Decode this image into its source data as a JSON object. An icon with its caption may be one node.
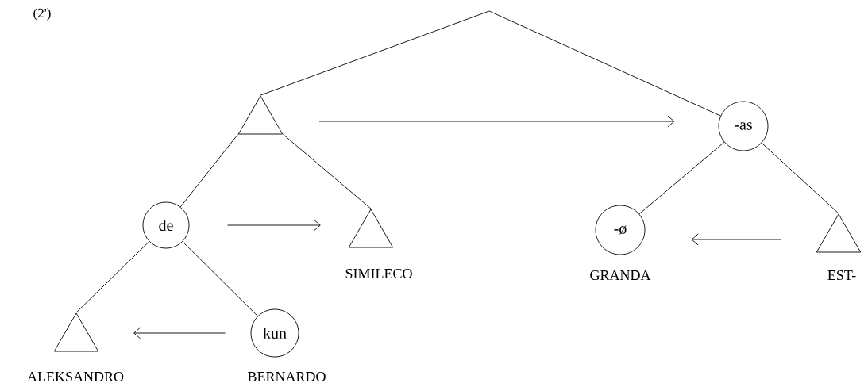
{
  "diagram": {
    "nodes": [
      {
        "text": [],
        "shape": "triangle"
      },
      {
        "text": [
          "-as"
        ]
      },
      {
        "text": [
          "de"
        ]
      },
      {
        "text": [],
        "shape": "triangle",
        "beside": [
          "SIMILECO"
        ]
      },
      {
        "text": [
          "-ø"
        ],
        "beside": [
          "GRANDA"
        ]
      },
      {
        "text": [],
        "shape": "triangle",
        "beside": [
          "EST-"
        ]
      },
      {
        "text": [],
        "shape": "triangle",
        "beside": [
          "ALEKSANDRO"
        ]
      },
      {
        "text": [
          "kun"
        ],
        "beside": [
          "BERNARDO"
        ]
      }
    ],
    "edges": [
      {
        "from": 0,
        "to": 1,
        "arrow": "none"
      },
      {
        "from": 0,
        "to": 2,
        "arrow": "none"
      },
      {
        "from": 0,
        "to": 3,
        "arrow": "none"
      },
      {
        "from": 1,
        "to": 4,
        "arrow": "none"
      },
      {
        "from": 1,
        "to": 5,
        "arrow": "none"
      },
      {
        "from": 2,
        "to": 6,
        "arrow": "none"
      },
      {
        "from": 2,
        "to": 7,
        "arrow": "none"
      },
      {
        "from": 0,
        "to": 1,
        "arrow": "to"
      },
      {
        "from": 2,
        "to": 3,
        "arrow": "to"
      },
      {
        "from": 7,
        "to": 6,
        "arrow": "to"
      },
      {
        "from": 5,
        "to": 4,
        "arrow": "to"
      }
    ],
    "labels": [
      "(2')"
    ]
  }
}
